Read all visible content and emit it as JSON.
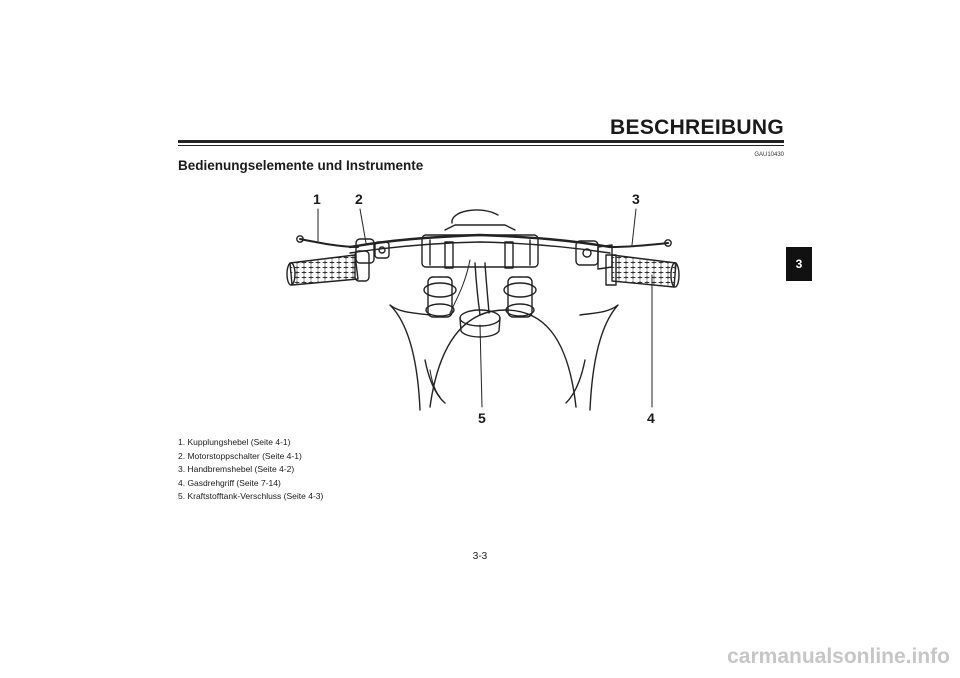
{
  "header": {
    "chapter_title": "BESCHREIBUNG",
    "doc_code": "GAU10430",
    "chapter_tab": "3"
  },
  "section": {
    "title": "Bedienungselemente und Instrumente"
  },
  "figure": {
    "callouts": [
      "1",
      "2",
      "3",
      "4",
      "5"
    ]
  },
  "legend": [
    "1. Kupplungshebel (Seite 4-1)",
    "2. Motorstoppschalter (Seite 4-1)",
    "3. Handbremshebel (Seite 4-2)",
    "4. Gasdrehgriff (Seite 7-14)",
    "5. Kraftstofftank-Verschluss (Seite 4-3)"
  ],
  "footer": {
    "page_number": "3-3",
    "watermark": "carmanualsonline.info"
  }
}
